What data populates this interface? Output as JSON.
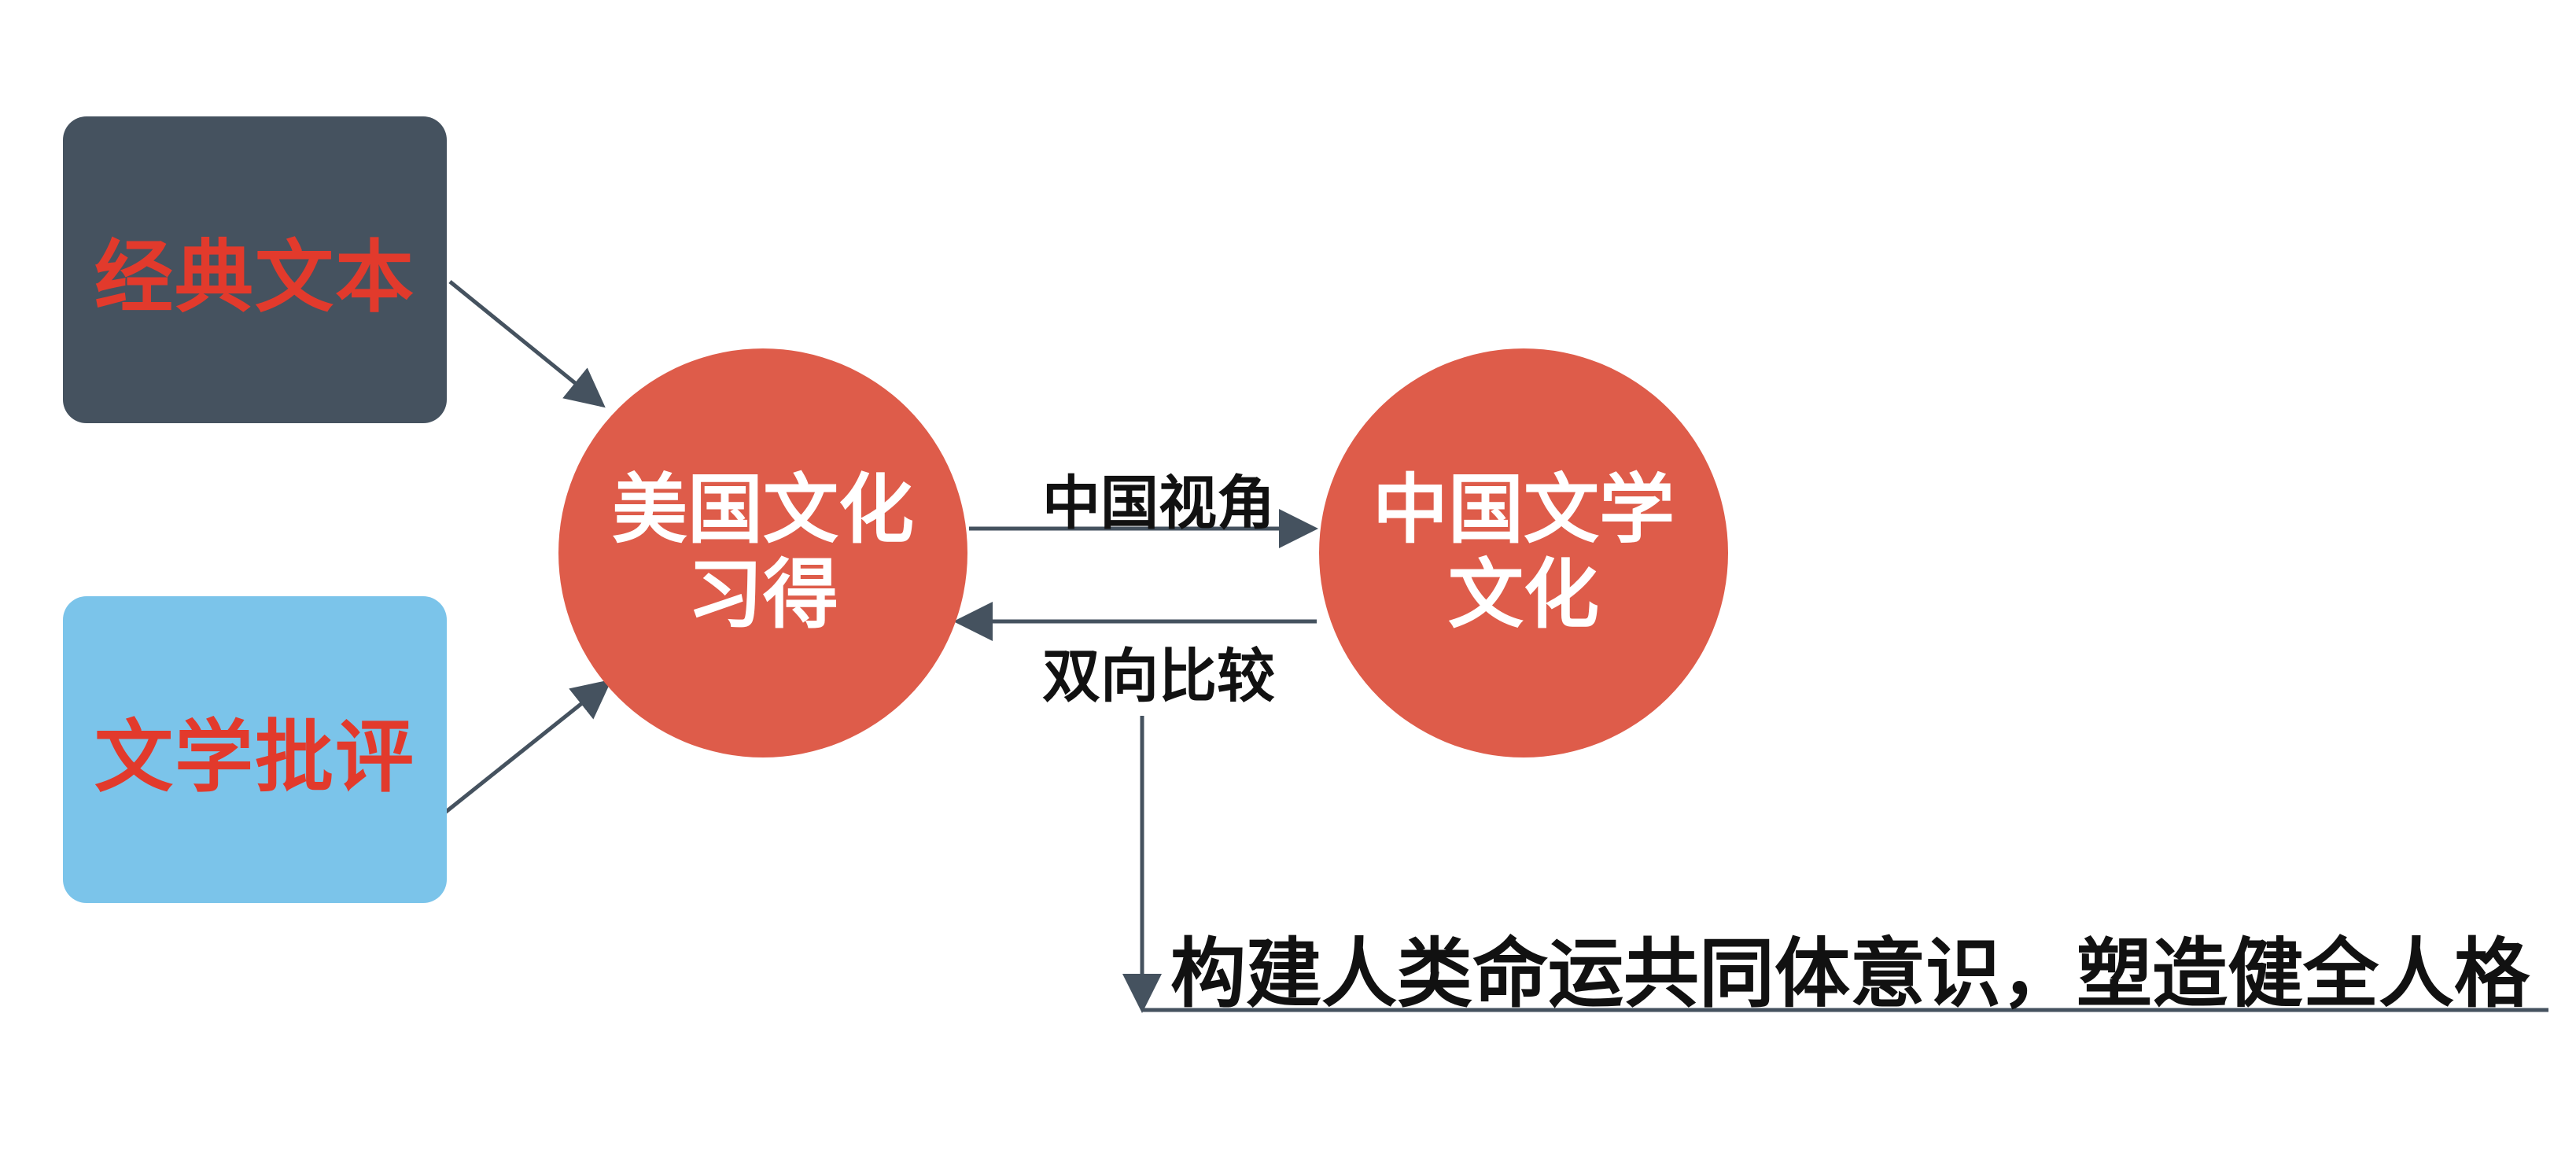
{
  "nodes": {
    "classic_text": {
      "label": "经典文本",
      "bg_color": "#45525F",
      "text_color": "#E23A2C"
    },
    "literary_criticism": {
      "label": "文学批评",
      "bg_color": "#7BC4EA",
      "text_color": "#E23A2C"
    },
    "us_culture": {
      "line1": "美国文化",
      "line2": "习得",
      "color": "#DE5C4A"
    },
    "cn_culture": {
      "line1": "中国文学",
      "line2": "文化",
      "color": "#DE5C4A"
    }
  },
  "edges": {
    "forward_label": "中国视角",
    "backward_label": "双向比较"
  },
  "outcome": {
    "text": "构建人类命运共同体意识，塑造健全人格"
  },
  "colors": {
    "arrow": "#45525F"
  }
}
